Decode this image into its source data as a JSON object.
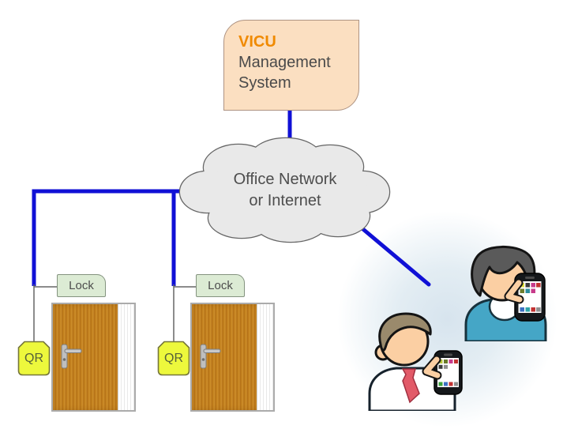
{
  "diagram": {
    "management_box": {
      "title": "VICU",
      "subtitle": "Management System"
    },
    "cloud": {
      "line1": "Office Network",
      "line2": "or Internet"
    },
    "doors": [
      {
        "lock_label": "Lock",
        "qr_label": "QR"
      },
      {
        "lock_label": "Lock",
        "qr_label": "QR"
      }
    ],
    "colors": {
      "connection_blue": "#1010D6",
      "management_box_fill": "#FBDFC1",
      "management_title_orange": "#F08A00",
      "cloud_fill": "#E9E9E9",
      "lock_fill": "#DCEBD4",
      "qr_fill": "#EDF83C",
      "door_wood": "#C07C1E",
      "label_text": "#4D4D4D"
    }
  }
}
